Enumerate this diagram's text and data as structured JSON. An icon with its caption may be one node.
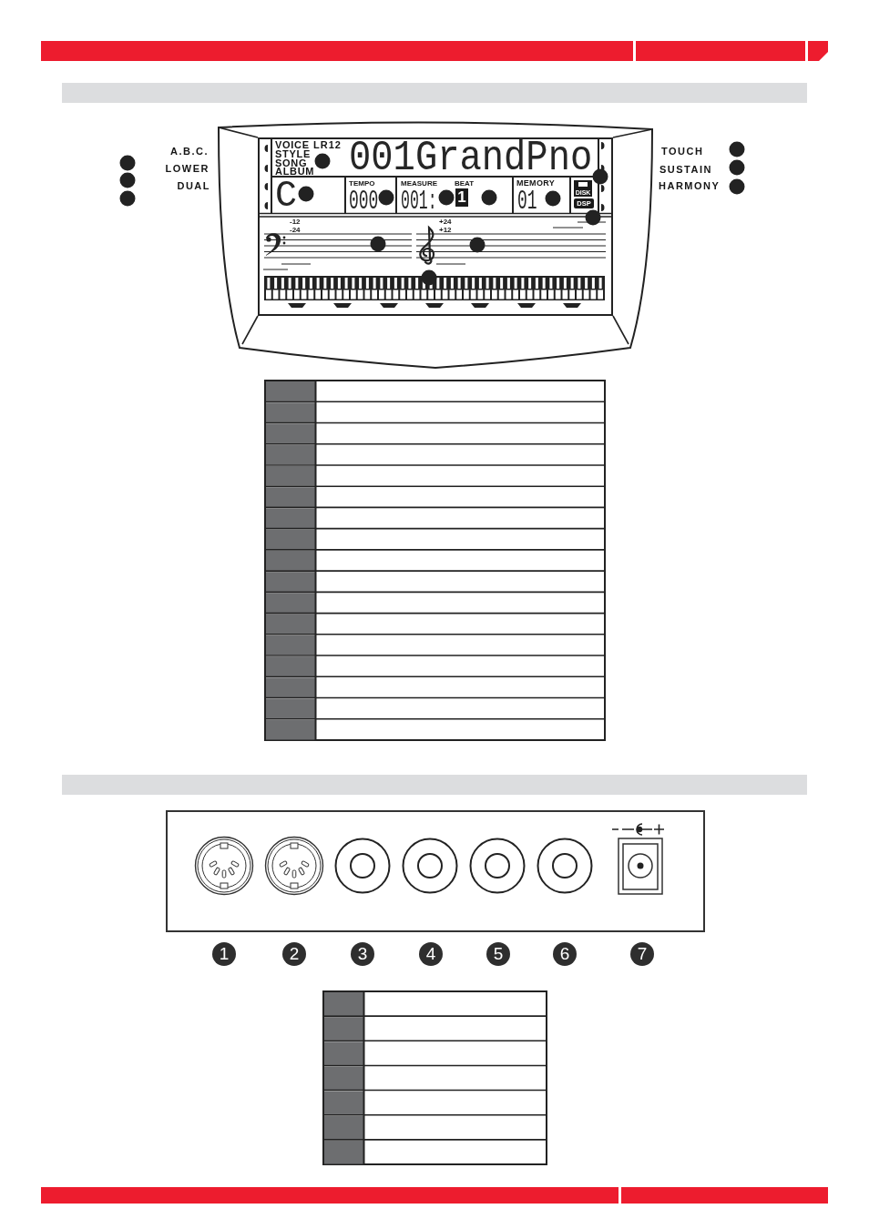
{
  "diagram": {
    "nodes": [
      {
        "text": [],
        "shape": "bar"
      },
      {
        "text": [],
        "shape": "box"
      },
      {
        "text": [
          "VOICE",
          "LR12",
          "STYLE",
          "SONG",
          "ALBUM",
          "001GrandPno"
        ],
        "in": 1
      },
      {
        "text": [
          "C"
        ],
        "in": 1
      },
      {
        "text": [
          "TEMPO",
          "000"
        ],
        "in": 1
      },
      {
        "text": [
          "MEASURE",
          "BEAT",
          "001:",
          "1"
        ],
        "in": 1
      },
      {
        "text": [
          "MEMORY",
          "01"
        ],
        "in": 1
      },
      {
        "text": [
          "DISK",
          "DSP"
        ],
        "in": 1
      },
      {
        "text": [],
        "shape": "bar"
      }
    ],
    "labels": [
      "A.B.C.",
      "LOWER",
      "DUAL",
      "TOUCH",
      "SUSTAIN",
      "HARMONY",
      "-12",
      "-24",
      "+24",
      "+12",
      "1",
      "2",
      "3",
      "4",
      "5",
      "6",
      "7"
    ]
  }
}
